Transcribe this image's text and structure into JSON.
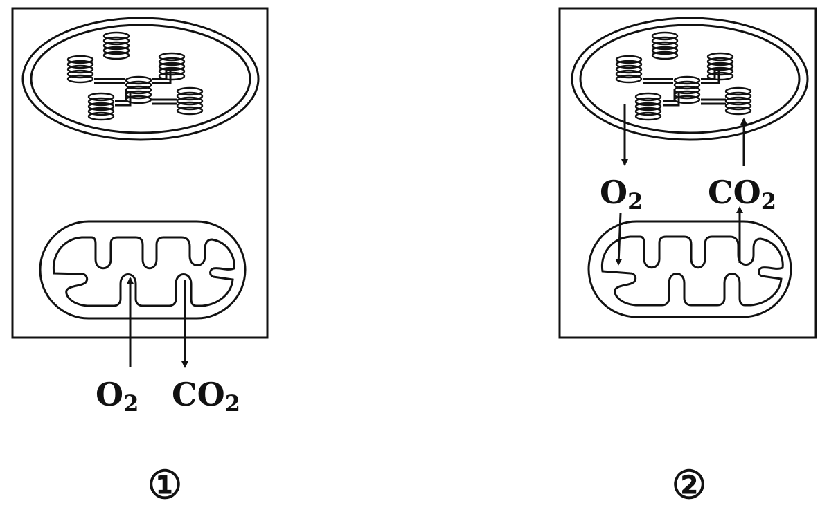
{
  "panels": [
    {
      "id": "panel-1",
      "number": "①",
      "o2": {
        "base": "O",
        "sub": "2"
      },
      "co2": {
        "base": "CO",
        "sub": "2"
      }
    },
    {
      "id": "panel-2",
      "number": "②",
      "o2": {
        "base": "O",
        "sub": "2"
      },
      "co2": {
        "base": "CO",
        "sub": "2"
      }
    }
  ]
}
